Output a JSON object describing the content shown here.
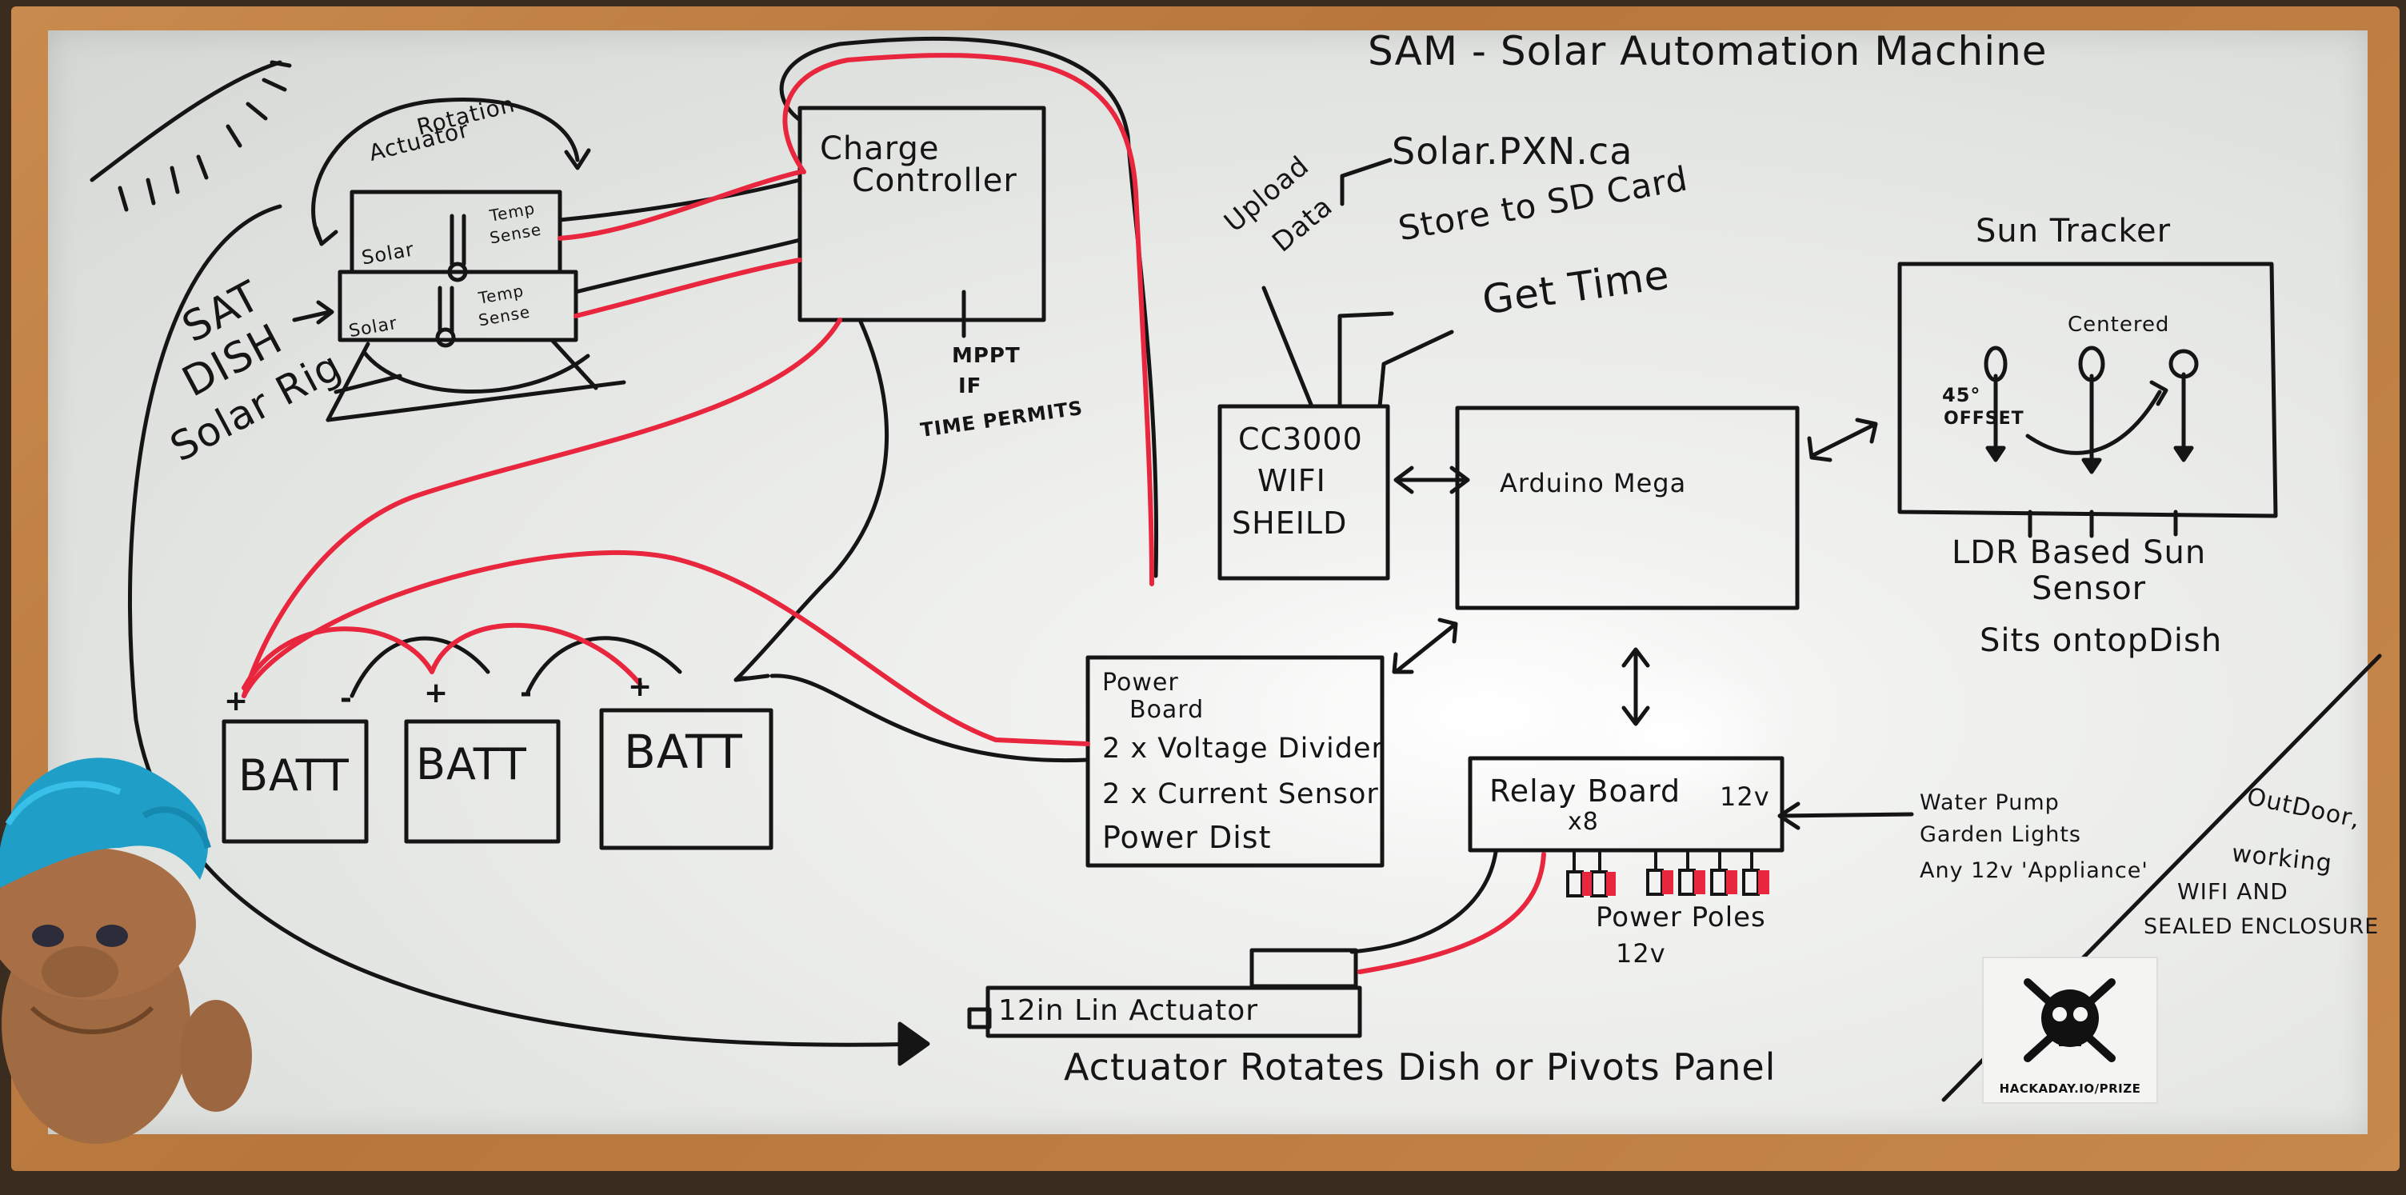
{
  "title": "SAM - Solar Automation Machine",
  "solar_rig": {
    "label_line1": "SAT",
    "label_line2": "DISH",
    "label_line3": "Solar Rig",
    "rotation_actuator_line1": "Rotation",
    "rotation_actuator_line2": "Actuator",
    "panel1": "Solar",
    "panel2": "Solar",
    "temp_sense1_line1": "Temp",
    "temp_sense1_line2": "Sense",
    "temp_sense2_line1": "Temp",
    "temp_sense2_line2": "Sense"
  },
  "charge_controller": {
    "line1": "Charge",
    "line2": "Controller",
    "note_line1": "MPPT",
    "note_line2": "IF",
    "note_line3": "TIME PERMITS"
  },
  "wifi": {
    "line1": "CC3000",
    "line2": "WIFI",
    "line3": "SHEILD",
    "upload_line1": "Upload",
    "upload_line2": "Data",
    "site": "Solar.PXN.ca",
    "store": "Store to SD Card",
    "time": "Get Time"
  },
  "arduino": {
    "label": "Arduino Mega"
  },
  "sun_tracker": {
    "title": "Sun Tracker",
    "centered": "Centered",
    "offset_line1": "45°",
    "offset_line2": "OFFSET",
    "caption_line1": "LDR Based Sun",
    "caption_line2": "Sensor",
    "caption_line3": "Sits ontopDish"
  },
  "batteries": {
    "labels": [
      "BATT",
      "BATT",
      "BATT"
    ],
    "plus": "+",
    "minus": "-"
  },
  "power_board": {
    "line1": "Power",
    "line2": "Board",
    "line3": "2 x Voltage Divider",
    "line4": "2 x Current Sensor",
    "line5": "Power Dist"
  },
  "relay_board": {
    "label": "Relay Board",
    "voltage": "12v",
    "count": "x8",
    "poles_line1": "Power Poles",
    "poles_line2": "12v",
    "water_line1": "Water Pump",
    "water_line2": "Garden Lights",
    "water_line3": "Any 12v 'Appliance'"
  },
  "actuator": {
    "label": "12in Lin Actuator",
    "caption": "Actuator Rotates Dish or Pivots Panel"
  },
  "outdoor": {
    "line1": "OutDoor,",
    "line2": "working",
    "line3": "WIFI AND",
    "line4": "SEALED ENCLOSURE"
  },
  "sticker": {
    "text": "HACKADAY.IO/PRIZE"
  },
  "colors": {
    "ink": "#151515",
    "red": "#e8263e",
    "frame": "#c27f44",
    "board": "#eceeec"
  }
}
